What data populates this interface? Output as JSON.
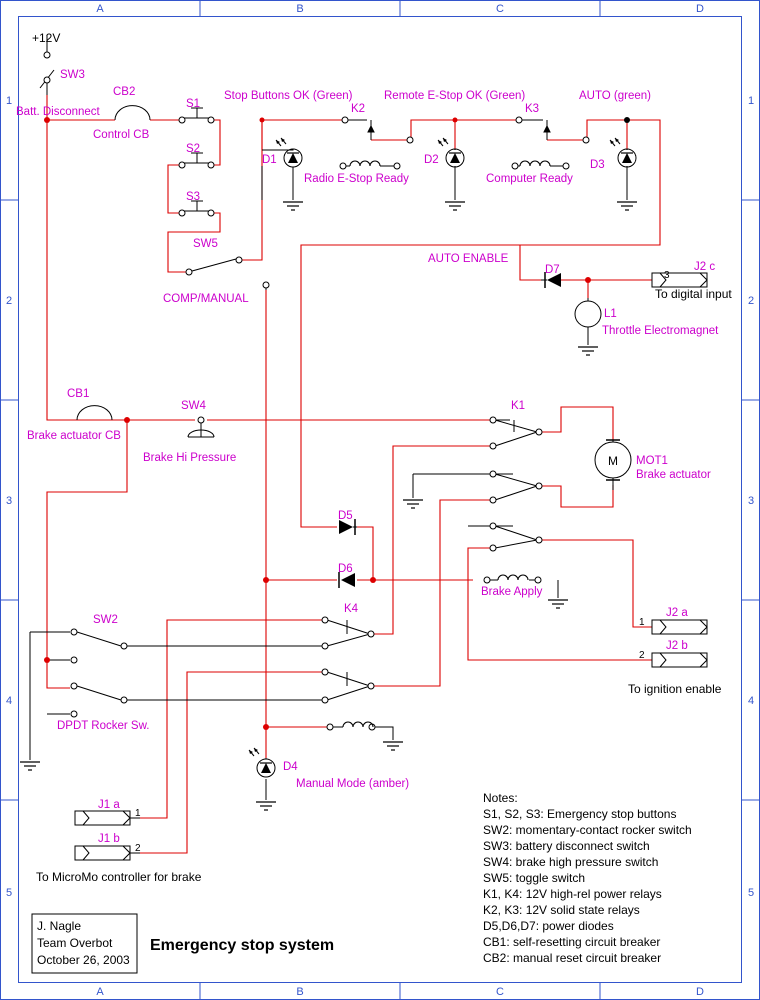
{
  "title": "Emergency stop system",
  "author_block": [
    "J. Nagle",
    "Team Overbot",
    "October 26, 2003"
  ],
  "grid": {
    "cols": [
      "A",
      "B",
      "C",
      "D"
    ],
    "rows": [
      "1",
      "2",
      "3",
      "4",
      "5"
    ]
  },
  "supply": "+12V",
  "labels": {
    "sw3": "SW3",
    "batt": "Batt. Disconnect",
    "cb2": "CB2",
    "cb2_desc": "Control CB",
    "s1": "S1",
    "s2": "S2",
    "s3": "S3",
    "sw5": "SW5",
    "comp_manual": "COMP/MANUAL",
    "stop_ok": "Stop Buttons OK (Green)",
    "k2": "K2",
    "d1": "D1",
    "radio_ready": "Radio E-Stop Ready",
    "remote_ok": "Remote E-Stop OK (Green)",
    "k3": "K3",
    "d2": "D2",
    "computer_ready": "Computer Ready",
    "auto": "AUTO  (green)",
    "d3": "D3",
    "auto_enable": "AUTO ENABLE",
    "d7": "D7",
    "j2c": "J2 c",
    "j2c_pin": "3",
    "to_digital": "To digital input",
    "l1": "L1",
    "throttle": "Throttle Electromagnet",
    "cb1": "CB1",
    "cb1_desc": "Brake actuator CB",
    "sw4": "SW4",
    "brake_hi": "Brake Hi Pressure",
    "k1": "K1",
    "mot1": "MOT1",
    "motor_m": "M",
    "brake_actuator": "Brake actuator",
    "d5": "D5",
    "d6": "D6",
    "brake_apply": "Brake Apply",
    "sw2": "SW2",
    "k4": "K4",
    "dpdt": "DPDT Rocker Sw.",
    "j2a": "J2 a",
    "j2a_pin": "1",
    "j2b": "J2 b",
    "j2b_pin": "2",
    "to_ignition": "To ignition enable",
    "d4": "D4",
    "manual_mode": "Manual  Mode (amber)",
    "j1a": "J1 a",
    "j1a_pin": "1",
    "j1b": "J1 b",
    "j1b_pin": "2",
    "to_micromo": "To MicroMo controller for brake"
  },
  "notes": [
    "Notes:",
    "S1, S2, S3: Emergency stop buttons",
    "SW2: momentary-contact rocker switch",
    "SW3: battery disconnect switch",
    "SW4: brake high pressure switch",
    "SW5: toggle switch",
    "K1, K4: 12V high-rel power relays",
    "K2, K3: 12V solid state relays",
    "D5,D6,D7: power diodes",
    "CB1: self-resetting circuit breaker",
    "CB2: manual reset circuit breaker"
  ],
  "colors": {
    "wire": "#dd0000",
    "label": "#cc00cc",
    "grid": "#3355cc",
    "component": "#000000"
  }
}
